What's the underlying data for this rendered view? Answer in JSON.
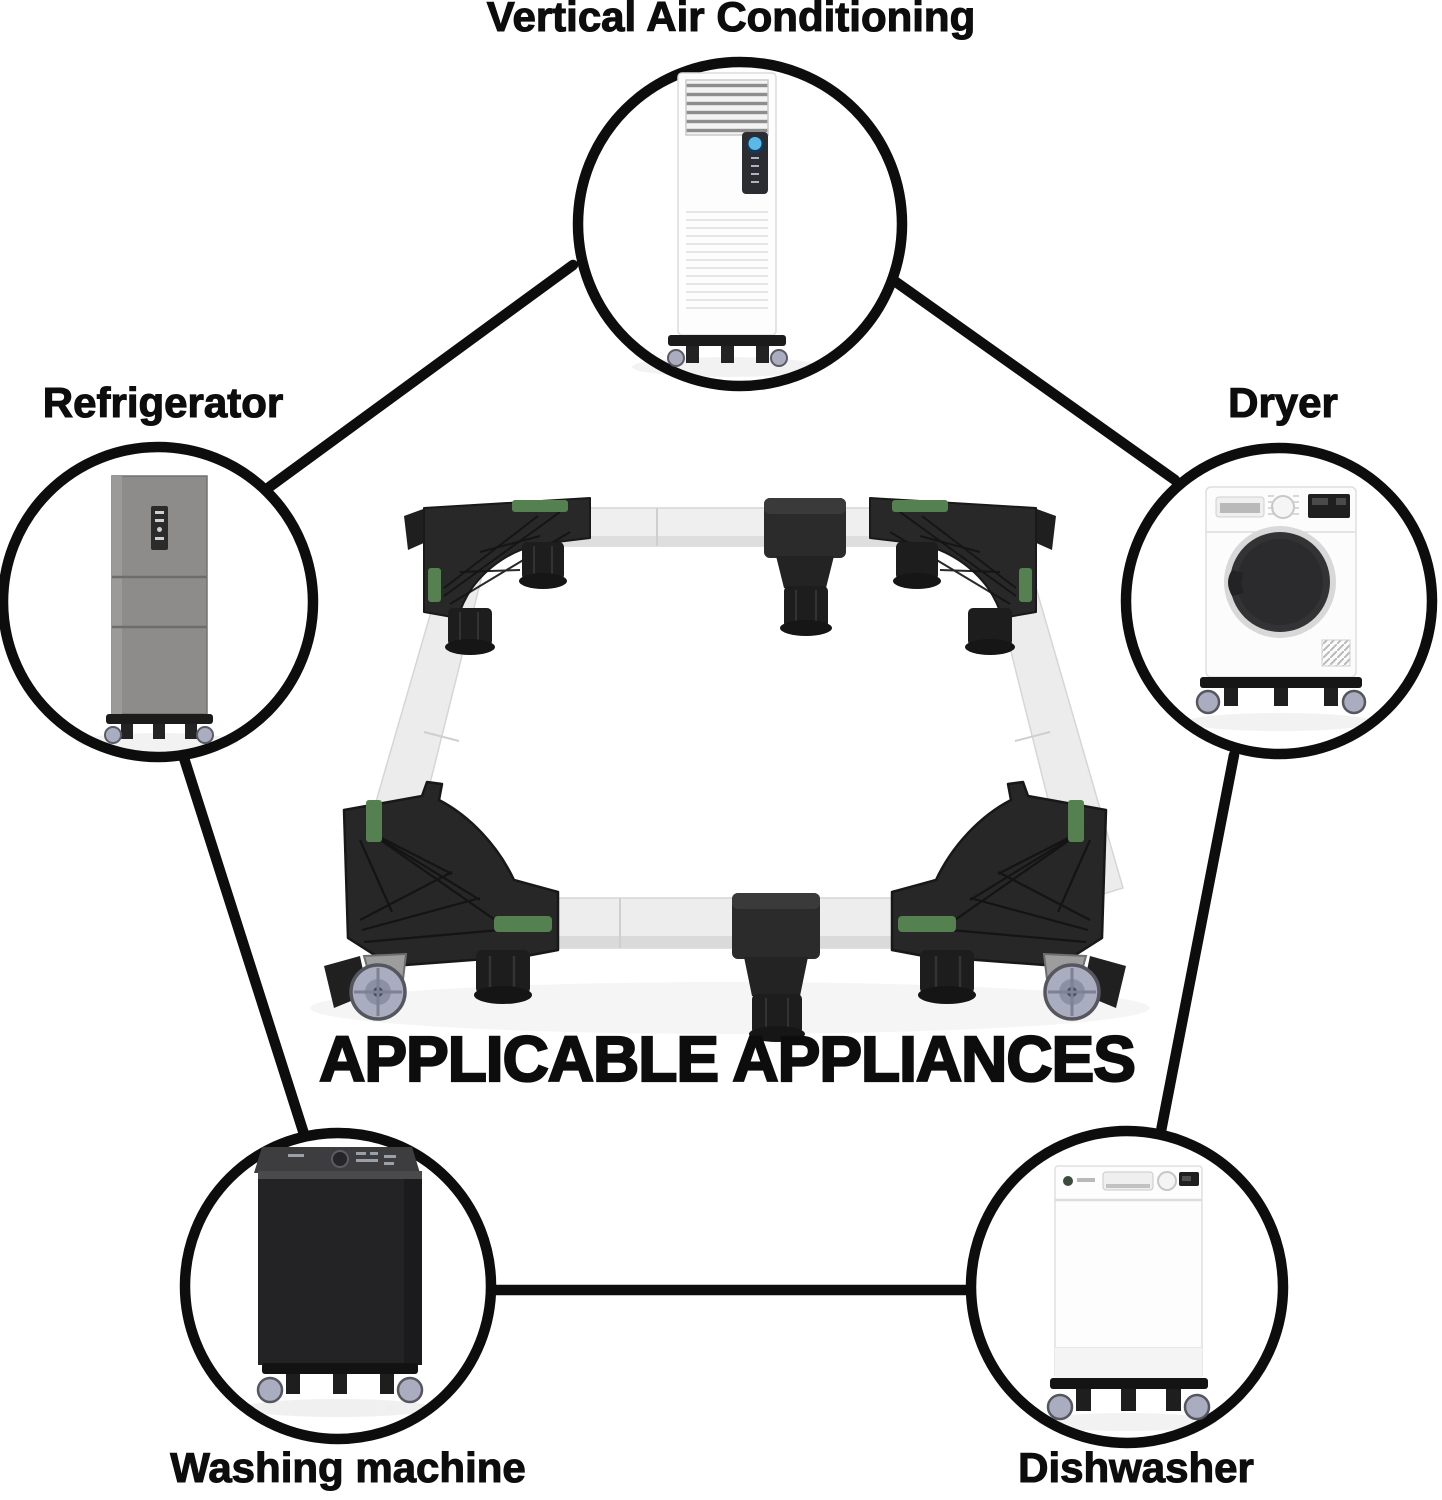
{
  "page": {
    "background": "#ffffff",
    "ink_color": "#0d0d0d",
    "title": "APPLICABLE APPLIANCES"
  },
  "product": {
    "name": "adjustable-appliance-base-with-wheels",
    "bracket_color": "#272727",
    "tube_color": "#ededed",
    "accent_green": "#55804f",
    "wheel_color": "#a9adbf"
  },
  "nodes": [
    {
      "id": "vertical-ac",
      "label": "Vertical Air Conditioning",
      "position": "top"
    },
    {
      "id": "refrigerator",
      "label": "Refrigerator",
      "position": "left"
    },
    {
      "id": "dryer",
      "label": "Dryer",
      "position": "right"
    },
    {
      "id": "washing-machine",
      "label": "Washing machine",
      "position": "bottom-left"
    },
    {
      "id": "dishwasher",
      "label": "Dishwasher",
      "position": "bottom-right"
    }
  ],
  "connections": [
    {
      "from": "vertical-ac",
      "to": "refrigerator"
    },
    {
      "from": "vertical-ac",
      "to": "dryer"
    },
    {
      "from": "refrigerator",
      "to": "washing-machine"
    },
    {
      "from": "dryer",
      "to": "dishwasher"
    },
    {
      "from": "washing-machine",
      "to": "dishwasher"
    }
  ]
}
